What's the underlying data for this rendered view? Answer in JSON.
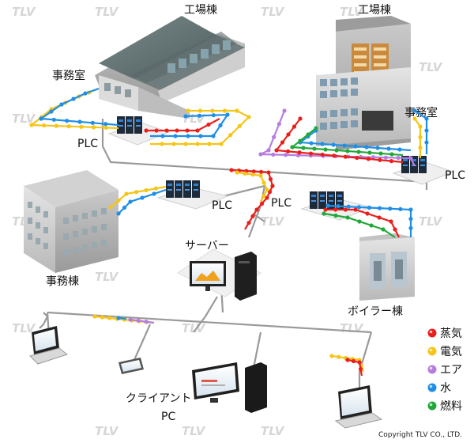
{
  "labels": {
    "factory_left": "工場棟",
    "factory_right": "工場棟",
    "office_room_left": "事務室",
    "office_room_right": "事務室",
    "plc_left_top": "PLC",
    "plc_right": "PLC",
    "plc_middle": "PLC",
    "plc_center": "PLC",
    "office_building": "事務棟",
    "server": "サーバー",
    "boiler": "ボイラー棟",
    "client_line1": "クライアント",
    "client_line2": "PC"
  },
  "legend": [
    {
      "label": "蒸気",
      "color": "#e8201c"
    },
    {
      "label": "電気",
      "color": "#f5c518"
    },
    {
      "label": "エア",
      "color": "#b57de0"
    },
    {
      "label": "水",
      "color": "#1f8fe6"
    },
    {
      "label": "燃料",
      "color": "#22a83a"
    }
  ],
  "watermark": "TLV",
  "copyright": "Copyright TLV CO., LTD."
}
